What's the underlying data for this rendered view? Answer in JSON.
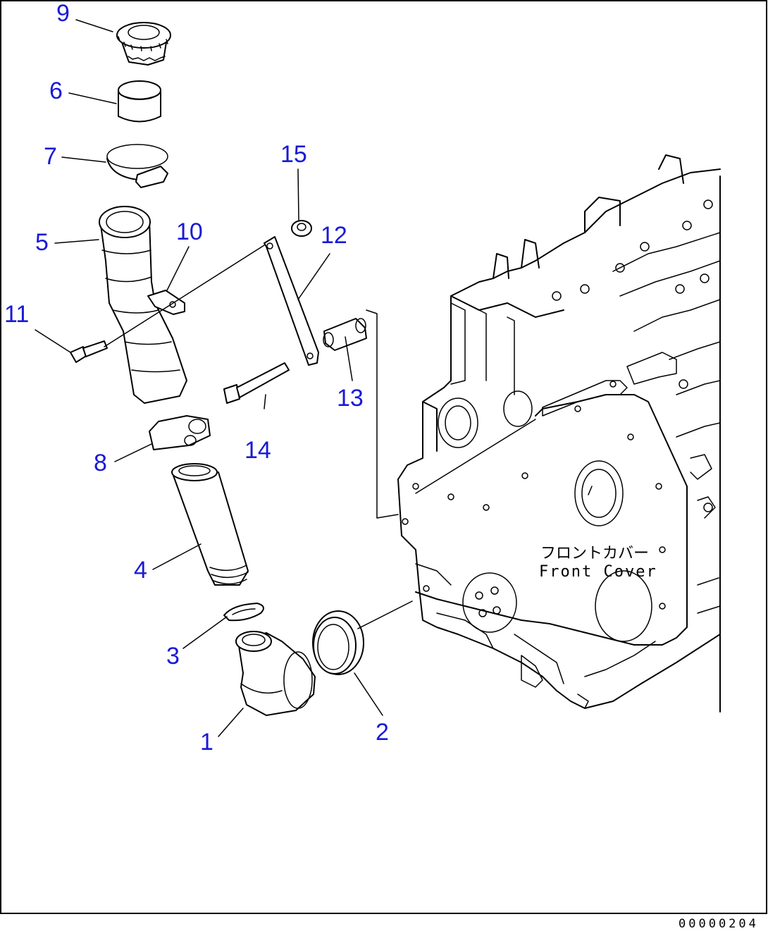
{
  "callouts": [
    "9",
    "6",
    "7",
    "15",
    "5",
    "10",
    "12",
    "11",
    "13",
    "14",
    "8",
    "4",
    "3",
    "2",
    "1"
  ],
  "engine_label_jp": "フロントカバー",
  "engine_label_en": "Front Cover",
  "drawing_number": "00000204",
  "colors": {
    "callout": "#1a1ad6",
    "line": "#000000",
    "background": "#ffffff"
  }
}
